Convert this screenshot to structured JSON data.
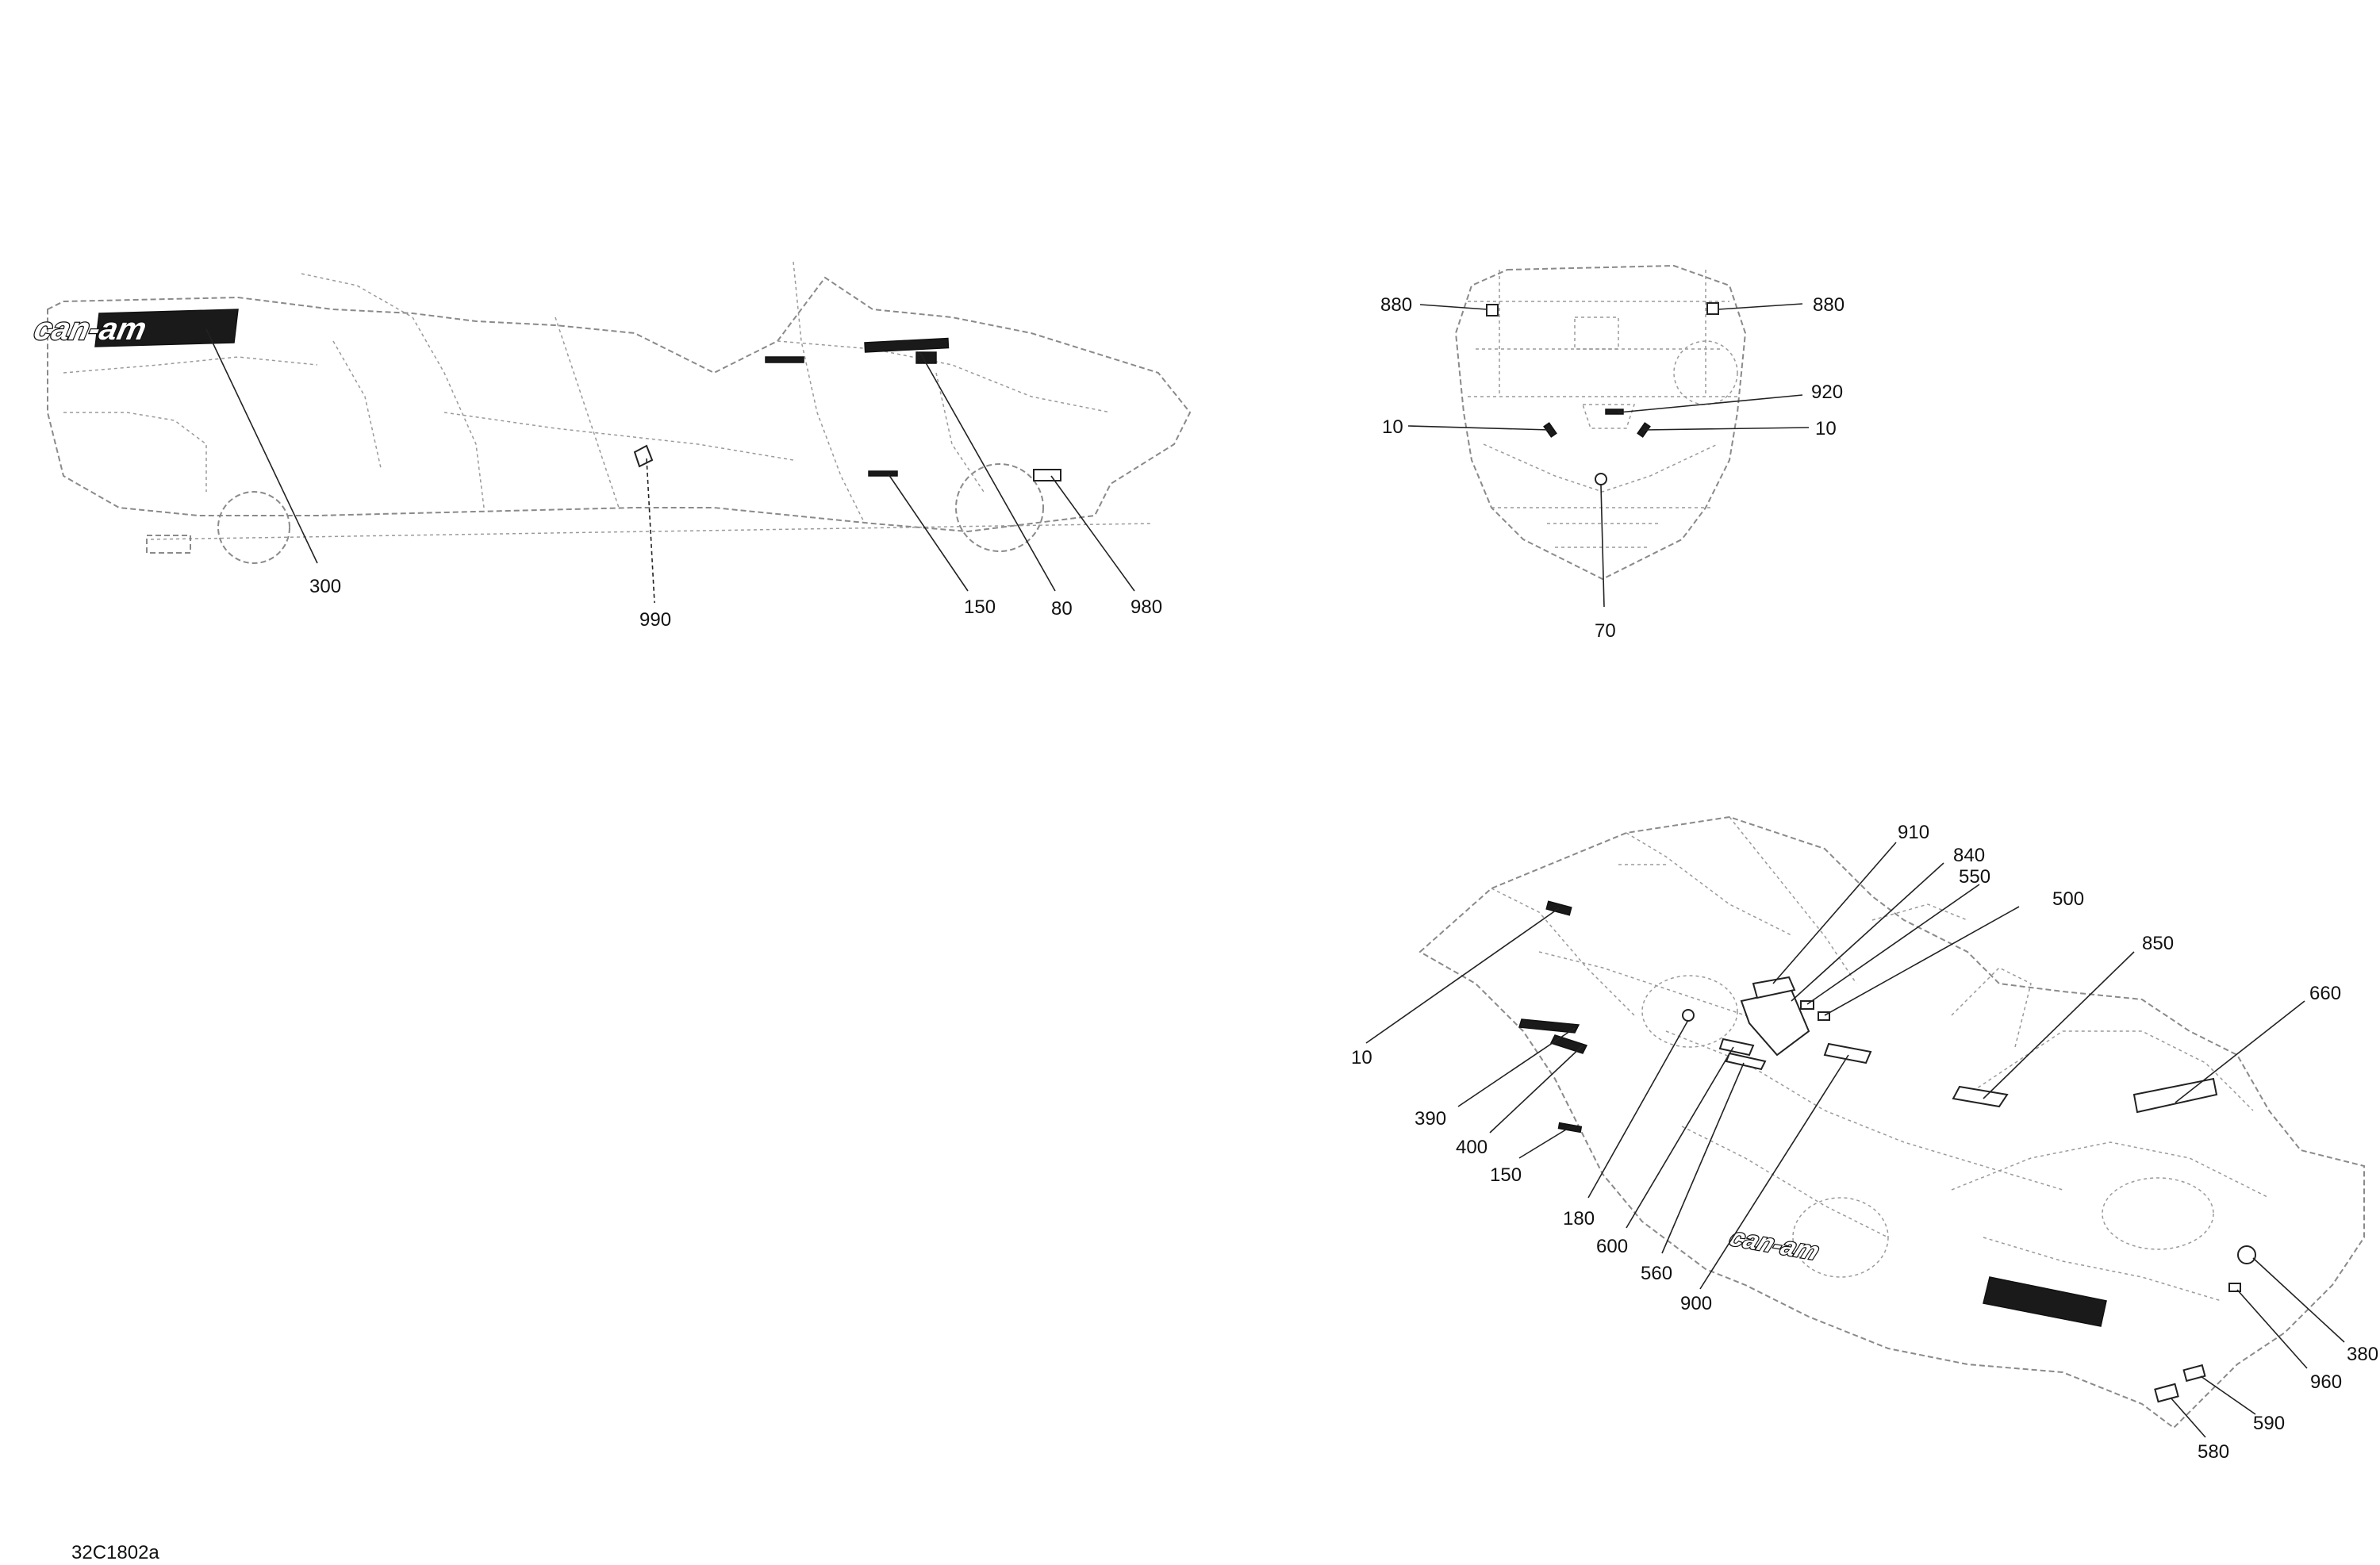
{
  "document_code": "32C1802a",
  "brand_logo_text": "can-am",
  "views": {
    "side": {
      "callouts": [
        "300",
        "990",
        "150",
        "80",
        "980"
      ]
    },
    "front": {
      "callouts": [
        "880",
        "880",
        "920",
        "10",
        "10",
        "70"
      ]
    },
    "iso": {
      "callouts": [
        "910",
        "840",
        "550",
        "500",
        "850",
        "660",
        "10",
        "390",
        "400",
        "150",
        "180",
        "600",
        "560",
        "900",
        "380",
        "960",
        "590",
        "580"
      ]
    }
  }
}
